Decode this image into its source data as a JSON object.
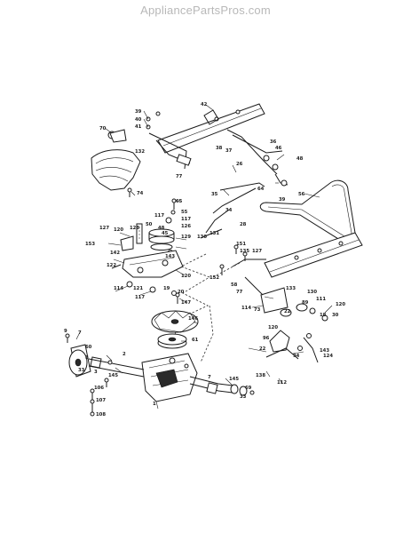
{
  "header": {
    "watermark": "AppliancePartsPros.com"
  },
  "diagram": {
    "callouts": [
      "39",
      "40",
      "41",
      "42",
      "70",
      "132",
      "38",
      "37",
      "36",
      "46",
      "48",
      "26",
      "77",
      "74",
      "64",
      "35",
      "34",
      "28",
      "39",
      "56",
      "65",
      "55",
      "117",
      "117",
      "50",
      "126",
      "128",
      "48",
      "45",
      "127",
      "129",
      "120",
      "153",
      "142",
      "143",
      "130",
      "131",
      "151",
      "135",
      "127",
      "122",
      "120",
      "152",
      "114",
      "121",
      "117",
      "58",
      "77",
      "133",
      "130",
      "111",
      "114",
      "73",
      "89",
      "120",
      "22",
      "120",
      "19",
      "20",
      "147",
      "146",
      "61",
      "9",
      "7",
      "60",
      "2",
      "8",
      "33",
      "3",
      "145",
      "7",
      "145",
      "96",
      "22",
      "143",
      "124",
      "138",
      "112",
      "106",
      "107",
      "108",
      "1",
      "69",
      "33",
      "94",
      "18",
      "30"
    ]
  }
}
